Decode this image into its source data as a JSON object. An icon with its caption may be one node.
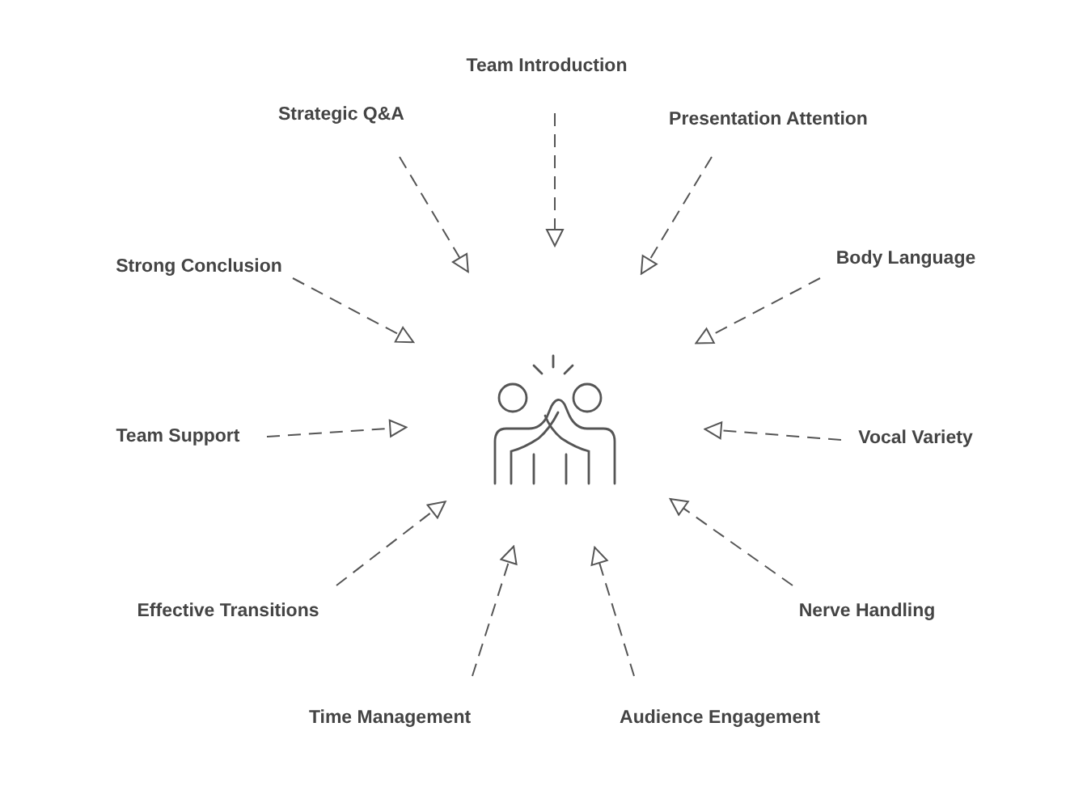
{
  "diagram": {
    "nodes": [
      {
        "text": [
          "Team Introduction"
        ]
      },
      {
        "text": [
          "Strategic Q&A"
        ]
      },
      {
        "text": [
          "Presentation Attention"
        ]
      },
      {
        "text": [
          "Strong Conclusion"
        ]
      },
      {
        "text": [
          "Body Language"
        ]
      },
      {
        "text": [],
        "shape": "picture"
      },
      {
        "text": [
          "Team Support"
        ]
      },
      {
        "text": [
          "Vocal Variety"
        ]
      },
      {
        "text": [
          "Effective Transitions"
        ]
      },
      {
        "text": [
          "Nerve Handling"
        ]
      },
      {
        "text": [
          "Time Management"
        ]
      },
      {
        "text": [
          "Audience Engagement"
        ]
      }
    ],
    "edges": [
      {
        "from": 0,
        "to": 5,
        "arrow": "to",
        "style": "dashed"
      },
      {
        "from": 1,
        "to": 5,
        "arrow": "to",
        "style": "dashed"
      },
      {
        "from": 2,
        "to": 5,
        "arrow": "to",
        "style": "dashed"
      },
      {
        "from": 3,
        "to": 5,
        "arrow": "to",
        "style": "dashed"
      },
      {
        "from": 4,
        "to": 5,
        "arrow": "to",
        "style": "dashed"
      },
      {
        "from": 6,
        "to": 5,
        "arrow": "to",
        "style": "dashed"
      },
      {
        "from": 7,
        "to": 5,
        "arrow": "to",
        "style": "dashed"
      },
      {
        "from": 8,
        "to": 5,
        "arrow": "to",
        "style": "dashed"
      },
      {
        "from": 9,
        "to": 5,
        "arrow": "to",
        "style": "dashed"
      },
      {
        "from": 10,
        "to": 5,
        "arrow": "to",
        "style": "dashed"
      },
      {
        "from": 11,
        "to": 5,
        "arrow": "to",
        "style": "dashed"
      }
    ]
  }
}
